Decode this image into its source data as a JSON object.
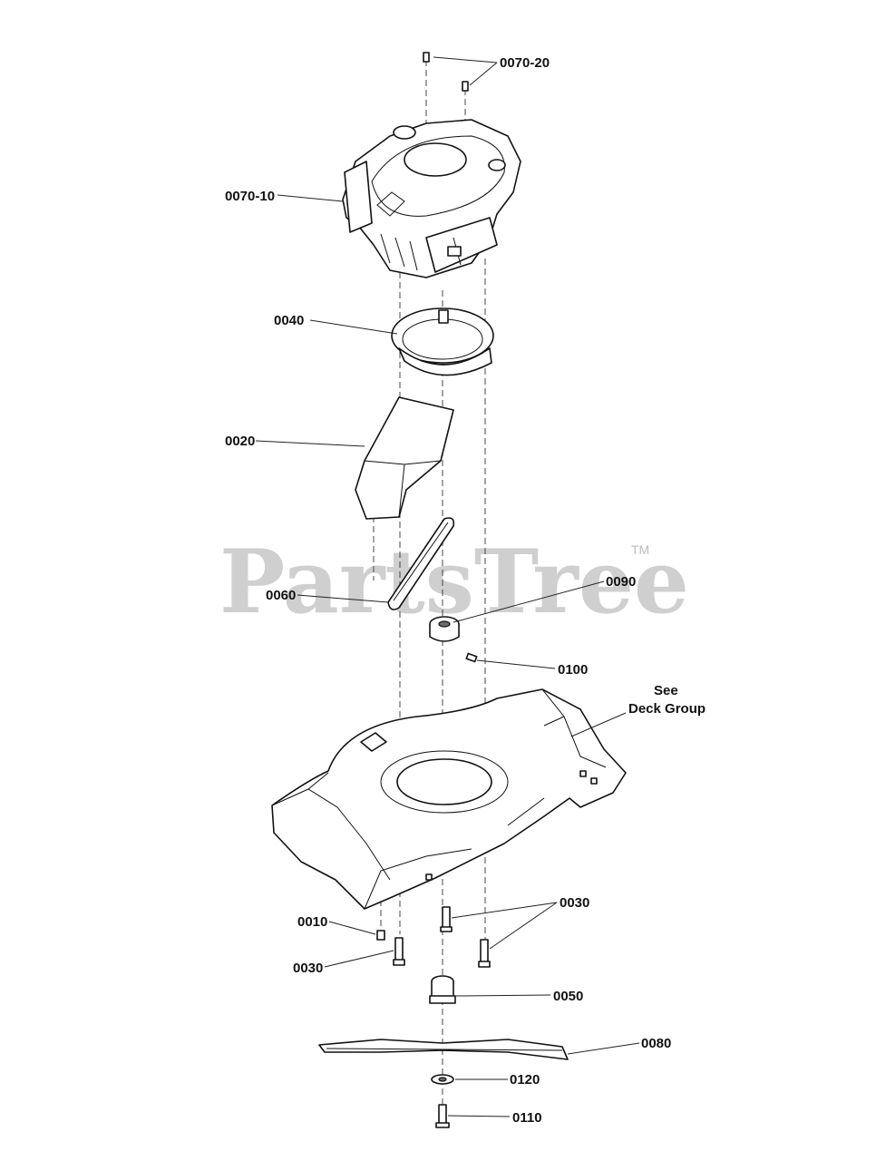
{
  "watermark": {
    "text": "PartsTree",
    "mark": "TM"
  },
  "callouts": {
    "c0070_20": "0070-20",
    "c0070_10": "0070-10",
    "c0040": "0040",
    "c0020": "0020",
    "c0060": "0060",
    "c0090": "0090",
    "c0100": "0100",
    "see_line1": "See",
    "see_line2": "Deck Group",
    "c0030_right": "0030",
    "c0010": "0010",
    "c0030_left": "0030",
    "c0050": "0050",
    "c0080": "0080",
    "c0120": "0120",
    "c0110": "0110"
  }
}
